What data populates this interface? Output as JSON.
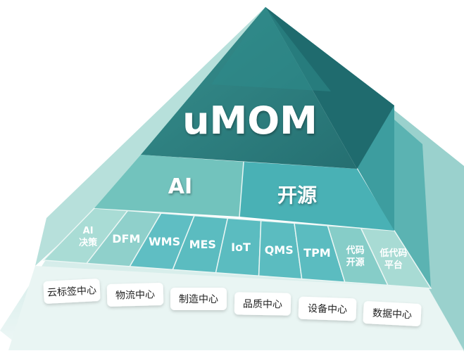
{
  "apex": {
    "title": "uMOM"
  },
  "tier2": {
    "left_label": "AI",
    "right_label": "开源"
  },
  "modules": [
    {
      "line1": "AI",
      "line2": "决策"
    },
    {
      "line1": "DFM",
      "line2": ""
    },
    {
      "line1": "WMS",
      "line2": ""
    },
    {
      "line1": "MES",
      "line2": ""
    },
    {
      "line1": "IoT",
      "line2": ""
    },
    {
      "line1": "QMS",
      "line2": ""
    },
    {
      "line1": "TPM",
      "line2": ""
    },
    {
      "line1": "代码",
      "line2": "开源"
    },
    {
      "line1": "低代码",
      "line2": "平台"
    }
  ],
  "centers": [
    "云标签中心",
    "物流中心",
    "制造中心",
    "品质中心",
    "设备中心",
    "数据中心"
  ],
  "colors": {
    "apex_front": "#237a7c",
    "apex_right": "#1d6467",
    "apex_top": "#2a8588",
    "tier2_left": "#6fc1bc",
    "tier2_right": "#49b3b6",
    "module_dark": "#5bbcc0",
    "module_light": "#a5dad3",
    "base": "#e3f1ef",
    "card_text": "#222222",
    "label_text": "#ffffff"
  }
}
